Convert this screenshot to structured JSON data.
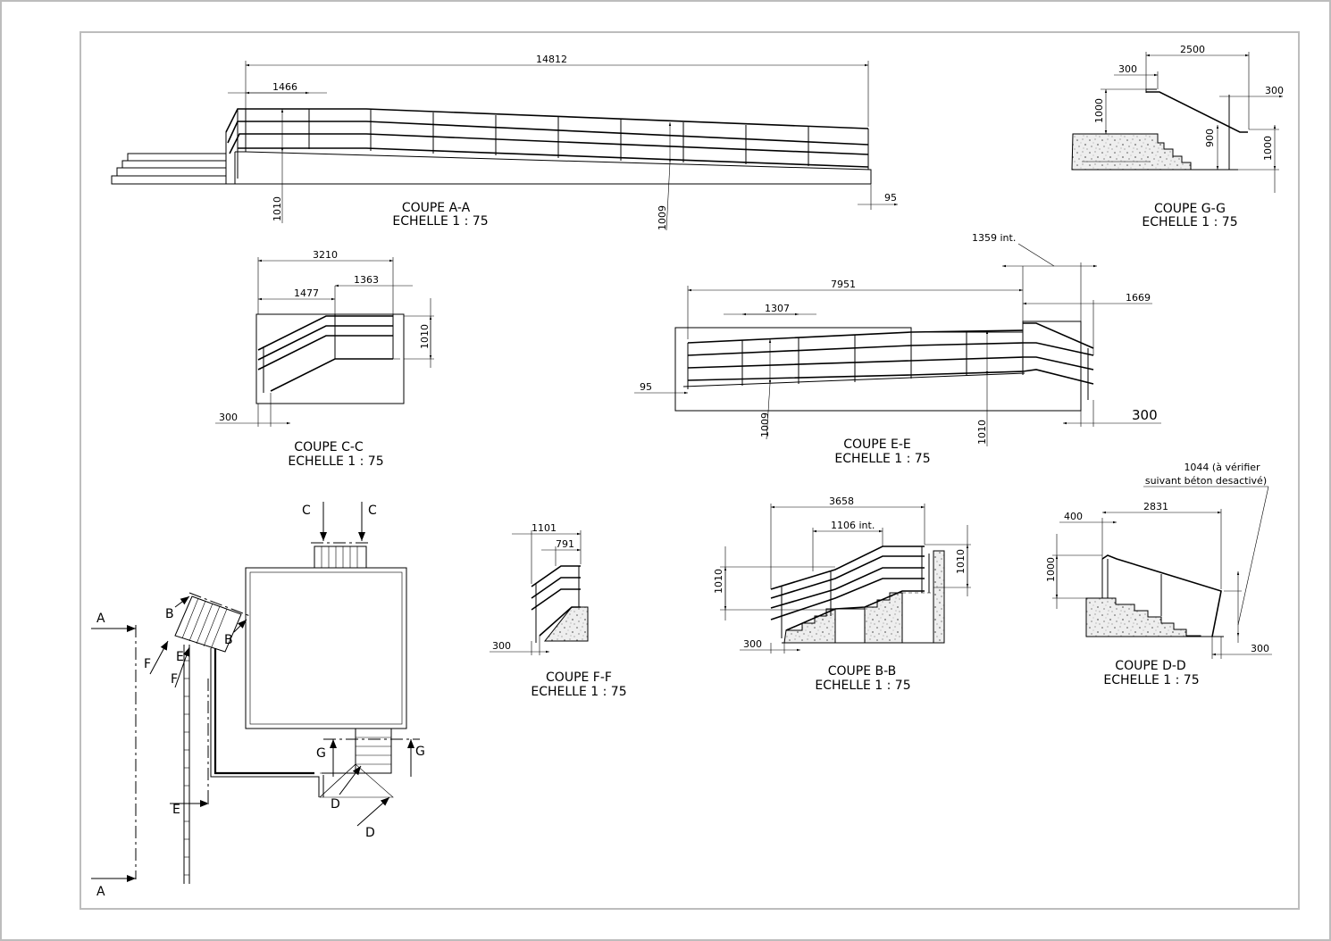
{
  "sections": {
    "aa": {
      "title": "COUPE A-A",
      "scale": "ECHELLE 1 : 75",
      "dims": {
        "total": "14812",
        "start": "1466",
        "h_left": "1010",
        "h_mid": "1009",
        "offset": "95"
      }
    },
    "gg": {
      "title": "COUPE G-G",
      "scale": "ECHELLE 1 : 75",
      "dims": {
        "width": "2500",
        "top_left": "300",
        "top_right": "300",
        "h_left": "1000",
        "h_rail": "900",
        "h_right": "1000"
      }
    },
    "cc": {
      "title": "COUPE C-C",
      "scale": "ECHELLE 1 : 75",
      "dims": {
        "width": "3210",
        "left": "1477",
        "right": "1363",
        "height": "1010",
        "bottom": "300"
      }
    },
    "ee": {
      "title": "COUPE E-E",
      "scale": "ECHELLE 1 : 75",
      "dims": {
        "int": "1359 int.",
        "width": "7951",
        "right": "1669",
        "span": "1307",
        "offset": "95",
        "h_mid": "1009",
        "h_right": "1010",
        "bottom_right": "300"
      }
    },
    "ff": {
      "title": "COUPE F-F",
      "scale": "ECHELLE 1 : 75",
      "dims": {
        "width": "1101",
        "inner": "791",
        "bottom": "300"
      }
    },
    "bb": {
      "title": "COUPE B-B",
      "scale": "ECHELLE 1 : 75",
      "dims": {
        "width": "3658",
        "int": "1106 int.",
        "h_left": "1010",
        "h_right": "1010",
        "bottom": "300"
      }
    },
    "dd": {
      "title": "COUPE D-D",
      "scale": "ECHELLE 1 : 75",
      "dims": {
        "note_line1": "1044 (à vérifier",
        "note_line2": "suivant béton desactivé)",
        "left": "400",
        "width": "2831",
        "height": "1000",
        "bottom": "300"
      }
    }
  },
  "plan": {
    "labels": {
      "a": "A",
      "b": "B",
      "c": "C",
      "d": "D",
      "e": "E",
      "f": "F",
      "g": "G"
    }
  }
}
